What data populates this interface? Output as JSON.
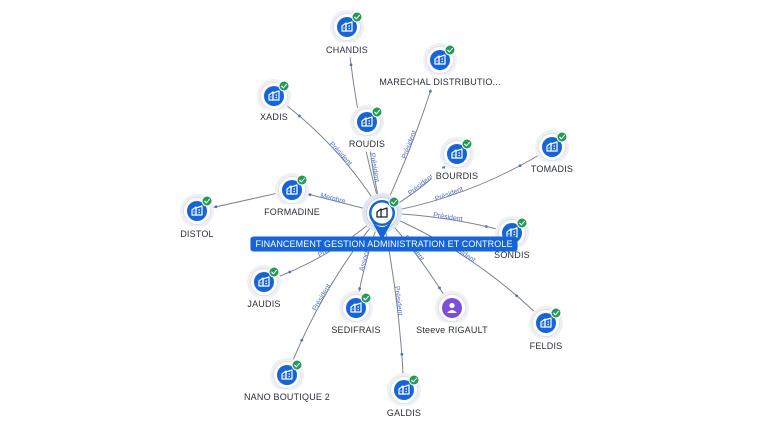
{
  "center": {
    "label": "FINANCEMENT GESTION ADMINISTRATION ET CONTROLE",
    "icon": "building-icon",
    "verified": true
  },
  "nodes": [
    {
      "id": "chandis",
      "label": "CHANDIS",
      "kind": "company",
      "icon": "building-icon",
      "verified": true,
      "relation": ""
    },
    {
      "id": "marechal",
      "label": "MARECHAL DISTRIBUTIO...",
      "kind": "company",
      "icon": "building-icon",
      "verified": true,
      "relation": "Président"
    },
    {
      "id": "xadis",
      "label": "XADIS",
      "kind": "company",
      "icon": "building-icon",
      "verified": true,
      "relation": "Président"
    },
    {
      "id": "roudis",
      "label": "ROUDIS",
      "kind": "company",
      "icon": "building-icon",
      "verified": true,
      "relation": "Président"
    },
    {
      "id": "bourdis",
      "label": "BOURDIS",
      "kind": "company",
      "icon": "building-icon",
      "verified": true,
      "relation": "Président"
    },
    {
      "id": "tomadis",
      "label": "TOMADIS",
      "kind": "company",
      "icon": "building-icon",
      "verified": true,
      "relation": "Président"
    },
    {
      "id": "formadine",
      "label": "FORMADINE",
      "kind": "company",
      "icon": "building-icon",
      "verified": true,
      "relation": "Membre"
    },
    {
      "id": "distol",
      "label": "DISTOL",
      "kind": "company",
      "icon": "building-icon",
      "verified": true,
      "relation": ""
    },
    {
      "id": "sondis",
      "label": "SONDIS",
      "kind": "company",
      "icon": "building-icon",
      "verified": true,
      "relation": "Président"
    },
    {
      "id": "jaudis",
      "label": "JAUDIS",
      "kind": "company",
      "icon": "building-icon",
      "verified": true,
      "relation": "Président"
    },
    {
      "id": "sedifrais",
      "label": "SEDIFRAIS",
      "kind": "company",
      "icon": "building-icon",
      "verified": true,
      "relation": "Associé"
    },
    {
      "id": "steeve",
      "label": "Steeve RIGAULT",
      "kind": "person",
      "icon": "person-icon",
      "verified": false,
      "relation": "Président"
    },
    {
      "id": "feldis",
      "label": "FELDIS",
      "kind": "company",
      "icon": "building-icon",
      "verified": true,
      "relation": "Président"
    },
    {
      "id": "nano",
      "label": "NANO BOUTIQUE 2",
      "kind": "company",
      "icon": "building-icon",
      "verified": true,
      "relation": "Président"
    },
    {
      "id": "galdis",
      "label": "GALDIS",
      "kind": "company",
      "icon": "building-icon",
      "verified": true,
      "relation": "Président"
    }
  ],
  "colors": {
    "node": "#1565d8",
    "badge": "#1f9d55",
    "person": "#7b4fd6",
    "edge": "#7c8390",
    "edge_label": "#4f6fd0"
  }
}
